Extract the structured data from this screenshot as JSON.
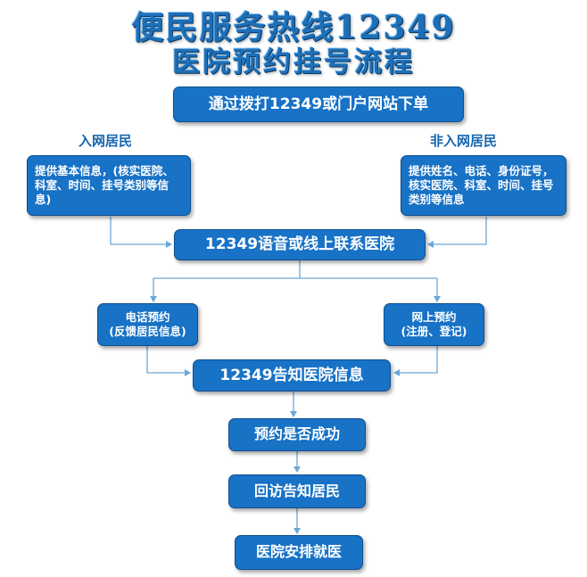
{
  "title": {
    "line1": "便民服务热线12349",
    "line2": "医院预约挂号流程"
  },
  "labels": {
    "member": "入网居民",
    "non_member": "非入网居民"
  },
  "nodes": {
    "start": "通过拨打12349或门户网站下单",
    "member_info": "提供基本信息，(核实医院、科室、时间、挂号类别等信息)",
    "non_member_info": "提供姓名、电话、身份证号，核实医院、科室、时间、挂号类别等信息",
    "contact_hospital": "12349语音或线上联系医院",
    "phone_booking": "电话预约\n(反馈居民信息)",
    "online_booking": "网上预约\n(注册、登记)",
    "inform_hospital": "12349告知医院信息",
    "booking_success": "预约是否成功",
    "callback": "回访告知居民",
    "arrange_visit": "医院安排就医"
  },
  "colors": {
    "box": "#1872c6",
    "line": "#6aa8d8",
    "title": "#1d6fb8"
  }
}
